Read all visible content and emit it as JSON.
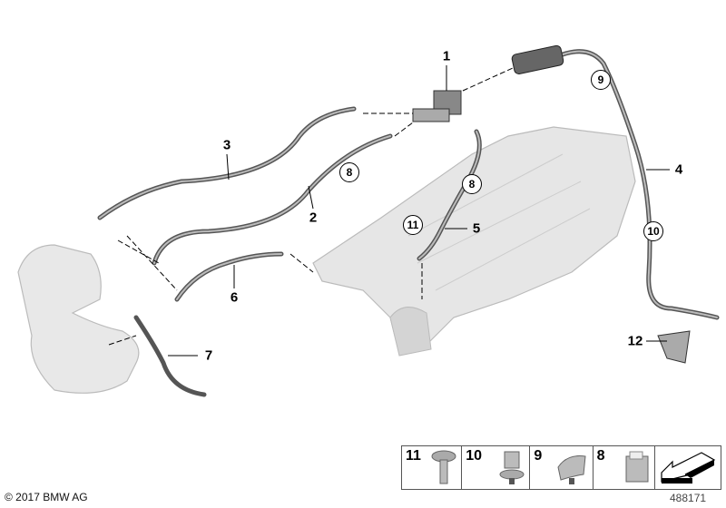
{
  "callouts": {
    "c1": "1",
    "c2": "2",
    "c3": "3",
    "c4": "4",
    "c5": "5",
    "c6": "6",
    "c7": "7",
    "c12": "12"
  },
  "circled_callouts": {
    "c8a": "8",
    "c8b": "8",
    "c9": "9",
    "c10": "10",
    "c11": "11"
  },
  "legend": [
    {
      "number": "11",
      "icon": "screw-icon"
    },
    {
      "number": "10",
      "icon": "clip-icon"
    },
    {
      "number": "9",
      "icon": "hose-clip-icon"
    },
    {
      "number": "8",
      "icon": "bracket-clip-icon"
    },
    {
      "number": "",
      "icon": "direction-arrow-icon"
    }
  ],
  "copyright": "© 2017 BMW AG",
  "image_number": "488171",
  "colors": {
    "hose": "#555555",
    "part_fill": "#cfcfcf",
    "line": "#000000"
  }
}
